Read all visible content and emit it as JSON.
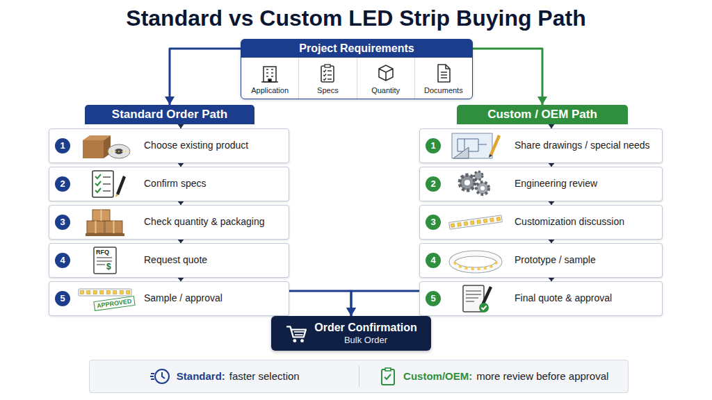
{
  "diagram": {
    "title": "Standard vs Custom LED Strip Buying Path",
    "nodes": [
      {
        "text": [
          "Project Requirements",
          "Application",
          "Specs",
          "Quantity",
          "Documents"
        ]
      },
      {
        "text": [
          "Standard Order Path"
        ]
      },
      {
        "text": [
          "1",
          "Choose existing product"
        ]
      },
      {
        "text": [
          "2",
          "Confirm specs"
        ]
      },
      {
        "text": [
          "3",
          "Check quantity & packaging"
        ]
      },
      {
        "text": [
          "4",
          "Request quote"
        ]
      },
      {
        "text": [
          "5",
          "Sample / approval"
        ]
      },
      {
        "text": [
          "Custom / OEM Path"
        ]
      },
      {
        "text": [
          "1",
          "Share drawings / special needs"
        ]
      },
      {
        "text": [
          "2",
          "Engineering review"
        ]
      },
      {
        "text": [
          "3",
          "Customization discussion"
        ]
      },
      {
        "text": [
          "4",
          "Prototype / sample"
        ]
      },
      {
        "text": [
          "5",
          "Final quote & approval"
        ]
      },
      {
        "text": [
          "Order Confirmation",
          "Bulk Order"
        ]
      },
      {
        "text": [
          "Standard:",
          "faster selection",
          "Custom/OEM:",
          "more review before approval"
        ]
      }
    ],
    "edges": [
      {
        "from": 0,
        "to": 1,
        "arrow": "to"
      },
      {
        "from": 0,
        "to": 7,
        "arrow": "to"
      },
      {
        "from": 1,
        "to": 2,
        "arrow": "to"
      },
      {
        "from": 2,
        "to": 3,
        "arrow": "to"
      },
      {
        "from": 3,
        "to": 4,
        "arrow": "to"
      },
      {
        "from": 4,
        "to": 5,
        "arrow": "to"
      },
      {
        "from": 5,
        "to": 6,
        "arrow": "to"
      },
      {
        "from": 6,
        "to": 13,
        "arrow": "to"
      },
      {
        "from": 7,
        "to": 8,
        "arrow": "to"
      },
      {
        "from": 8,
        "to": 9,
        "arrow": "to"
      },
      {
        "from": 9,
        "to": 10,
        "arrow": "to"
      },
      {
        "from": 10,
        "to": 11,
        "arrow": "to"
      },
      {
        "from": 11,
        "to": 12,
        "arrow": "to"
      },
      {
        "from": 12,
        "to": 13,
        "arrow": "to"
      }
    ],
    "labels": [
      "RFQ",
      "$",
      "APPROVED"
    ]
  }
}
